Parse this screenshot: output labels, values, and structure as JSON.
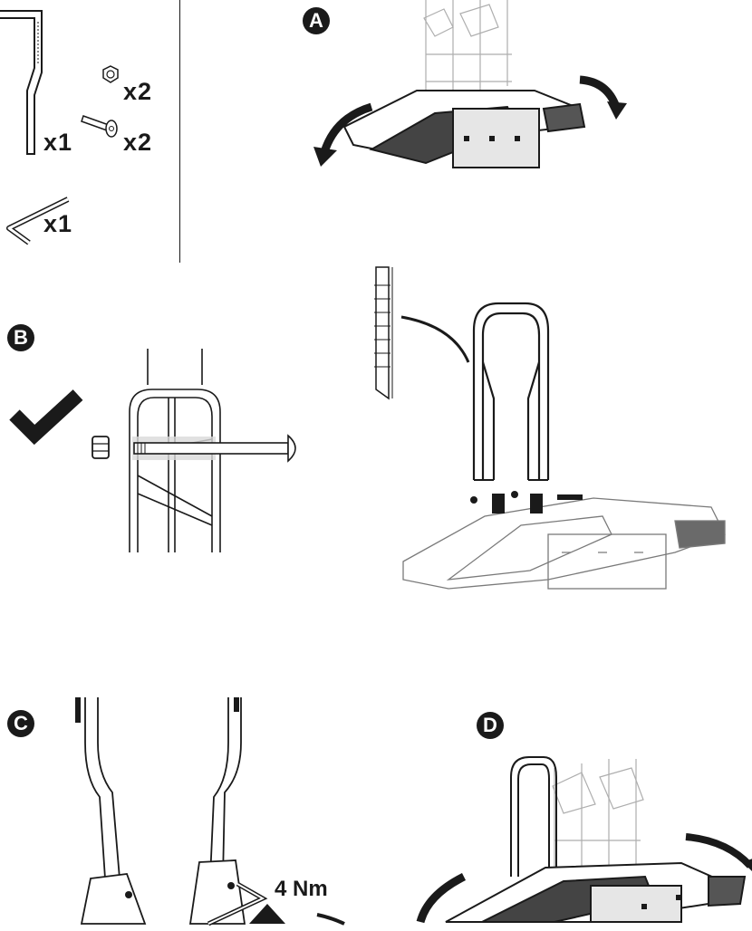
{
  "parts": {
    "bracket_qty": "x1",
    "nut_qty": "x2",
    "bolt_qty": "x2",
    "key_qty": "x1"
  },
  "steps": {
    "a": "A",
    "b": "B",
    "c": "C",
    "d": "D"
  },
  "torque_label": "4 Nm",
  "icons": {
    "checkmark": "check-icon",
    "arrow_rotate": "rotate-arrow-icon"
  },
  "colors": {
    "ink": "#1a1a1a",
    "ghost": "#9a9a9a",
    "shade": "#d9d9d9"
  }
}
